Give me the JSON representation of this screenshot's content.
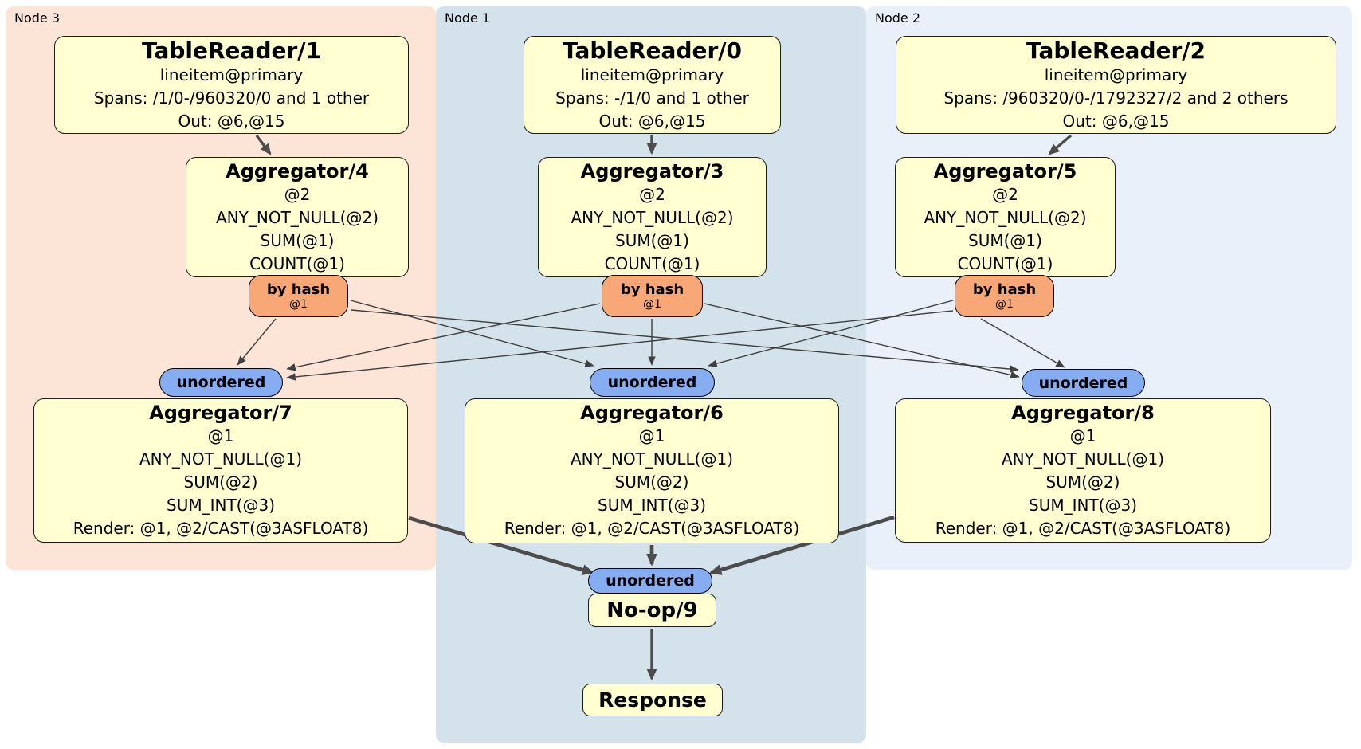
{
  "regions": {
    "node3": {
      "label": "Node 3"
    },
    "node1": {
      "label": "Node 1"
    },
    "node2": {
      "label": "Node 2"
    }
  },
  "router": {
    "label": "by hash",
    "sub": "@1"
  },
  "sync": {
    "label": "unordered"
  },
  "boxes": {
    "tr1": {
      "title": "TableReader/1",
      "lines": [
        "lineitem@primary",
        "Spans: /1/0-/960320/0 and 1 other",
        "Out: @6,@15"
      ]
    },
    "tr0": {
      "title": "TableReader/0",
      "lines": [
        "lineitem@primary",
        "Spans: -/1/0 and 1 other",
        "Out: @6,@15"
      ]
    },
    "tr2": {
      "title": "TableReader/2",
      "lines": [
        "lineitem@primary",
        "Spans: /960320/0-/1792327/2 and 2 others",
        "Out: @6,@15"
      ]
    },
    "agg4": {
      "title": "Aggregator/4",
      "lines": [
        "@2",
        "ANY_NOT_NULL(@2)",
        "SUM(@1)",
        "COUNT(@1)"
      ]
    },
    "agg3": {
      "title": "Aggregator/3",
      "lines": [
        "@2",
        "ANY_NOT_NULL(@2)",
        "SUM(@1)",
        "COUNT(@1)"
      ]
    },
    "agg5": {
      "title": "Aggregator/5",
      "lines": [
        "@2",
        "ANY_NOT_NULL(@2)",
        "SUM(@1)",
        "COUNT(@1)"
      ]
    },
    "agg7": {
      "title": "Aggregator/7",
      "lines": [
        "@1",
        "ANY_NOT_NULL(@1)",
        "SUM(@2)",
        "SUM_INT(@3)",
        "Render: @1, @2/CAST(@3ASFLOAT8)"
      ]
    },
    "agg6": {
      "title": "Aggregator/6",
      "lines": [
        "@1",
        "ANY_NOT_NULL(@1)",
        "SUM(@2)",
        "SUM_INT(@3)",
        "Render: @1, @2/CAST(@3ASFLOAT8)"
      ]
    },
    "agg8": {
      "title": "Aggregator/8",
      "lines": [
        "@1",
        "ANY_NOT_NULL(@1)",
        "SUM(@2)",
        "SUM_INT(@3)",
        "Render: @1, @2/CAST(@3ASFLOAT8)"
      ]
    },
    "noop": {
      "title": "No-op/9"
    },
    "response": {
      "title": "Response"
    }
  },
  "colors": {
    "node3_bg": "#fce4d7",
    "node1_bg": "#d3e2eb",
    "node2_bg": "#eaf0f9",
    "box_fill": "#ffffd1",
    "router_fill": "#f8a877",
    "sync_fill": "#86acf2",
    "edge_thin": "#3f3f3f",
    "edge_thick": "#4c4c4c"
  }
}
